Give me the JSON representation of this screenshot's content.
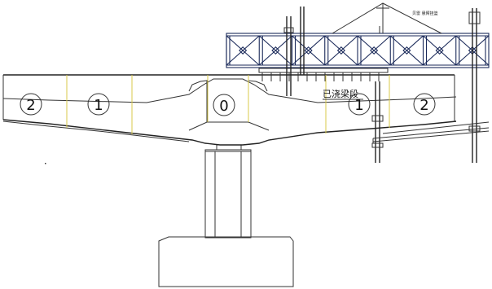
{
  "labels": {
    "poured_segment": "已浇梁段",
    "truss_top_note": "贝雷 悬臂挂篮"
  },
  "segment_marks": [
    "2",
    "1",
    "0",
    "1",
    "2"
  ]
}
